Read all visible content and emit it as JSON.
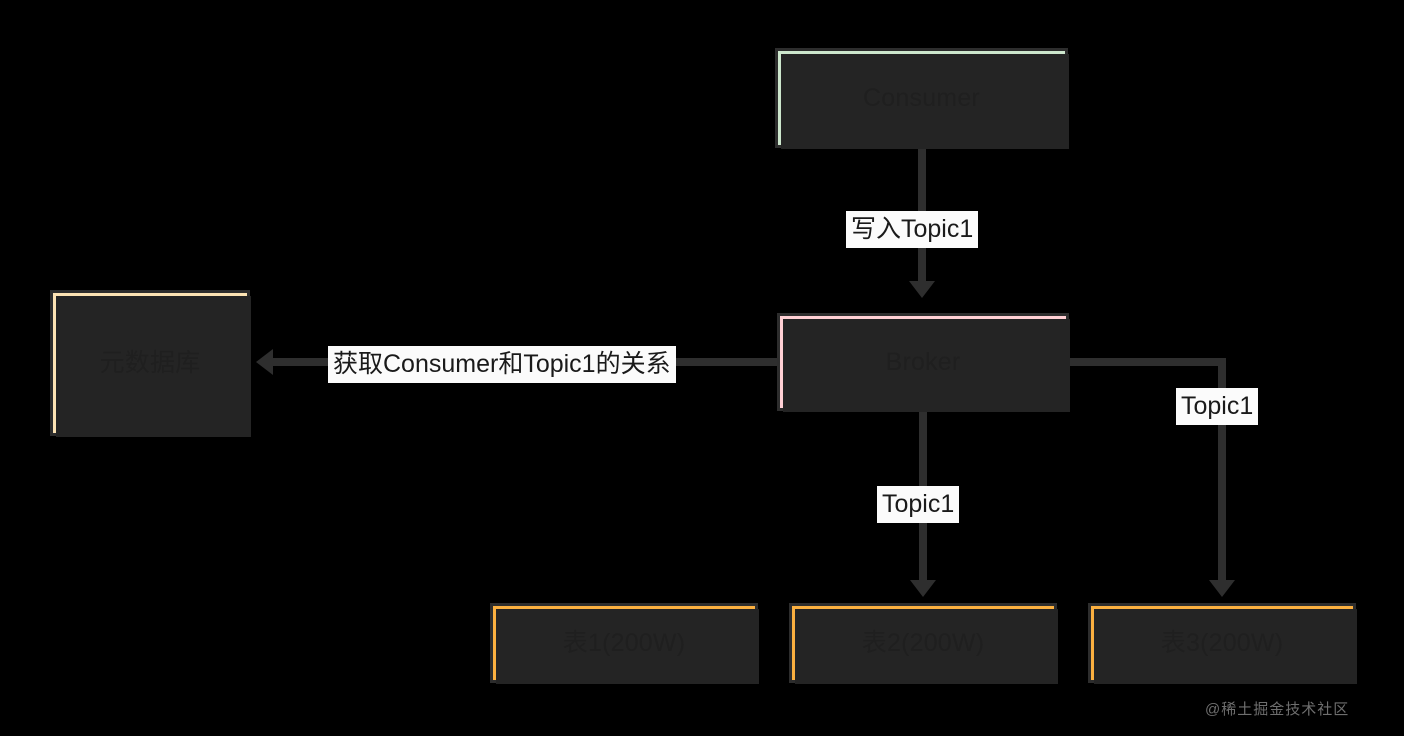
{
  "diagram": {
    "title": "Consumer Broker Topic routing diagram",
    "background_color": "#000000",
    "nodes": [
      {
        "id": "consumer",
        "label": "Consumer",
        "fill": "#cde7cd",
        "border": "#2d2d2d"
      },
      {
        "id": "broker",
        "label": "Broker",
        "fill": "#ffd0d5",
        "border": "#2d2d2d"
      },
      {
        "id": "metadb",
        "label": "元数据库",
        "fill": "#fce3b4",
        "border": "#2d2d2d"
      },
      {
        "id": "table1",
        "label": "表1(200W)",
        "fill": "#fbb040",
        "border": "#2d2d2d"
      },
      {
        "id": "table2",
        "label": "表2(200W)",
        "fill": "#fbb040",
        "border": "#2d2d2d"
      },
      {
        "id": "table3",
        "label": "表3(200W)",
        "fill": "#fbb040",
        "border": "#2d2d2d"
      }
    ],
    "edges": [
      {
        "id": "consumer-broker",
        "from": "consumer",
        "to": "broker",
        "label": "写入Topic1"
      },
      {
        "id": "broker-metadb",
        "from": "broker",
        "to": "metadb",
        "label": "获取Consumer和Topic1的关系"
      },
      {
        "id": "broker-table2",
        "from": "broker",
        "to": "table2",
        "label": "Topic1"
      },
      {
        "id": "broker-table3",
        "from": "broker",
        "to": "table3",
        "label": "Topic1"
      }
    ],
    "line_color": "#2e2e2e",
    "label_background": "#fbfbfb",
    "watermark": "@稀土掘金技术社区"
  }
}
